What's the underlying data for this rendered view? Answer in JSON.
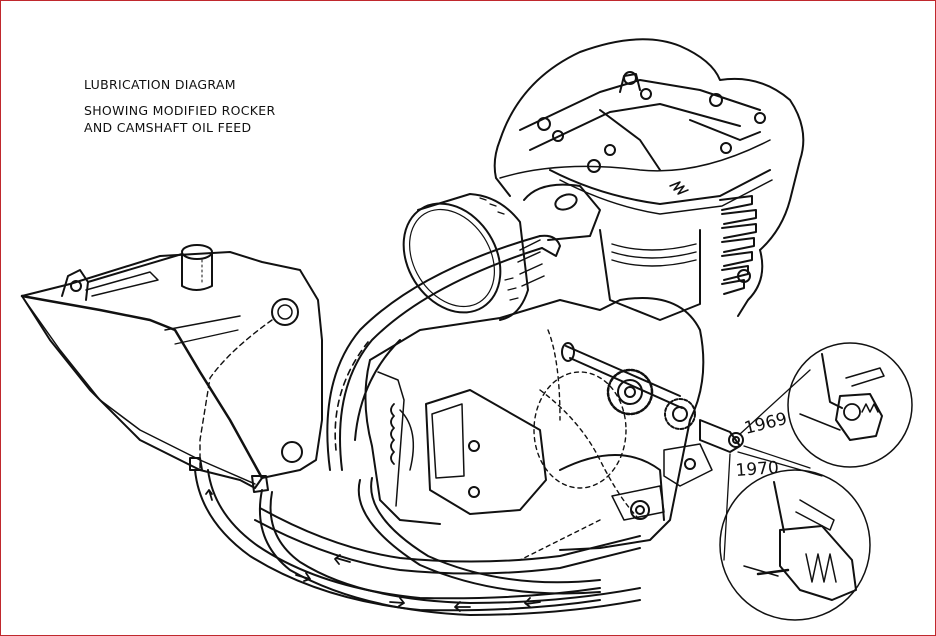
{
  "diagram": {
    "title": "LUBRICATION DIAGRAM",
    "subtitle_line1": "SHOWING MODIFIED ROCKER",
    "subtitle_line2": "AND CAMSHAFT OIL FEED",
    "callouts": [
      {
        "label": "1969",
        "description": "detail view of oil feed at timing side, earlier version"
      },
      {
        "label": "1970",
        "description": "detail view of oil feed at timing side, later version"
      }
    ],
    "components": [
      "oil-tank",
      "air-filter",
      "cylinder-head-rocker-box",
      "cylinder-barrel",
      "crankcase",
      "timing-gears",
      "oil-feed-lines",
      "oil-return-lines"
    ],
    "colors": {
      "line": "#111111",
      "background": "#ffffff",
      "border": "#c0282d"
    }
  }
}
